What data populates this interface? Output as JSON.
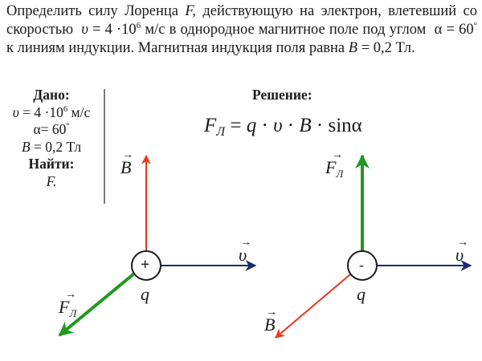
{
  "problem": {
    "text_part1": "Определить силу Лоренца ",
    "force_symbol": "F,",
    "text_part2": " действующую на электрон, влетевший со скоростью ",
    "velocity_symbol": "υ",
    "velocity_eq": " = 4 ·10",
    "velocity_exp": "6",
    "text_part3": " м/с в однородное магнитное поле под углом ",
    "angle_expr": "α = 60",
    "degree": "°",
    "text_part4": " к линиям индукции. Магнитная индукция поля равна ",
    "b_symbol": "B",
    "b_value": " = 0,2 Тл."
  },
  "given": {
    "title": "Дано:",
    "velocity_symbol": "υ",
    "velocity_eq": " = 4 ·10",
    "velocity_exp": "6",
    "velocity_unit": " м/с",
    "angle": "α= 60",
    "degree": "°",
    "b_symbol": "B",
    "b_value": " = 0,2 Тл",
    "find_title": "Найти:",
    "find_value": "F."
  },
  "solution": {
    "title": "Решение:",
    "formula_F": "F",
    "formula_sub": "Л",
    "formula_rest_1": " = ",
    "formula_q": "q",
    "formula_dot": " · ",
    "formula_v": "υ",
    "formula_B": "B",
    "formula_sin": "sinα"
  },
  "diagram_left": {
    "charge_sign": "+",
    "charge_label": "q",
    "vector_B": "B",
    "vector_v": "υ",
    "vector_F": "F",
    "vector_F_sub": "Л",
    "vec_arrow": "→"
  },
  "diagram_right": {
    "charge_sign": "-",
    "charge_label": "q",
    "vector_B": "B",
    "vector_v": "υ",
    "vector_F": "F",
    "vector_F_sub": "Л",
    "vec_arrow": "→"
  },
  "colors": {
    "magnetic_field": "#e8381c",
    "velocity": "#1a2a6c",
    "force": "#1f9a1f",
    "text": "#1a1a1a"
  }
}
